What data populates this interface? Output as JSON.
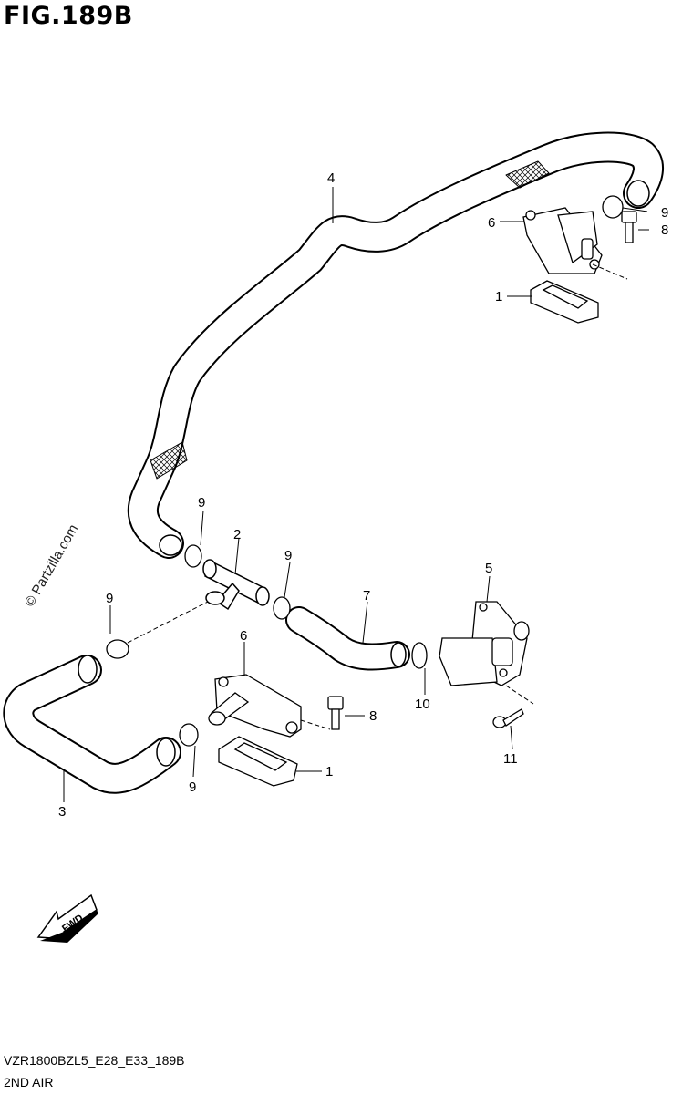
{
  "figure": {
    "title": "FIG.189B",
    "code": "VZR1800BZL5_E28_E33_189B",
    "name": "2ND AIR",
    "watermark": "© Partzilla.com",
    "fwd_label": "FWD"
  },
  "callouts": [
    {
      "id": "c4",
      "label": "4"
    },
    {
      "id": "c9a",
      "label": "9"
    },
    {
      "id": "c6a",
      "label": "6"
    },
    {
      "id": "c8a",
      "label": "8"
    },
    {
      "id": "c1a",
      "label": "1"
    },
    {
      "id": "c9b",
      "label": "9"
    },
    {
      "id": "c2",
      "label": "2"
    },
    {
      "id": "c9c",
      "label": "9"
    },
    {
      "id": "c5",
      "label": "5"
    },
    {
      "id": "c9d",
      "label": "9"
    },
    {
      "id": "c7",
      "label": "7"
    },
    {
      "id": "c6b",
      "label": "6"
    },
    {
      "id": "c10",
      "label": "10"
    },
    {
      "id": "c8b",
      "label": "8"
    },
    {
      "id": "c11",
      "label": "11"
    },
    {
      "id": "c9e",
      "label": "9"
    },
    {
      "id": "c1b",
      "label": "1"
    },
    {
      "id": "c3",
      "label": "3"
    }
  ]
}
